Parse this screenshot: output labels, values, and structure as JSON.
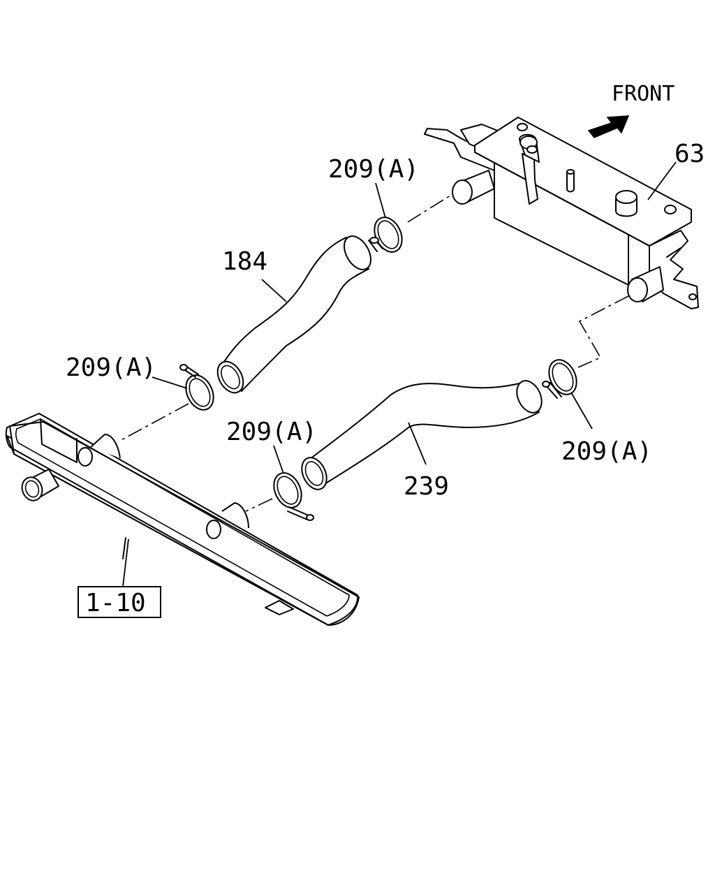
{
  "labels": {
    "front": "FRONT",
    "intercooler": "63",
    "clamp_top": "209(A)",
    "hose_upper": "184",
    "clamp_left": "209(A)",
    "clamp_mid": "209(A)",
    "clamp_right": "209(A)",
    "hose_lower": "239",
    "crossmember_ref": "1-10"
  }
}
